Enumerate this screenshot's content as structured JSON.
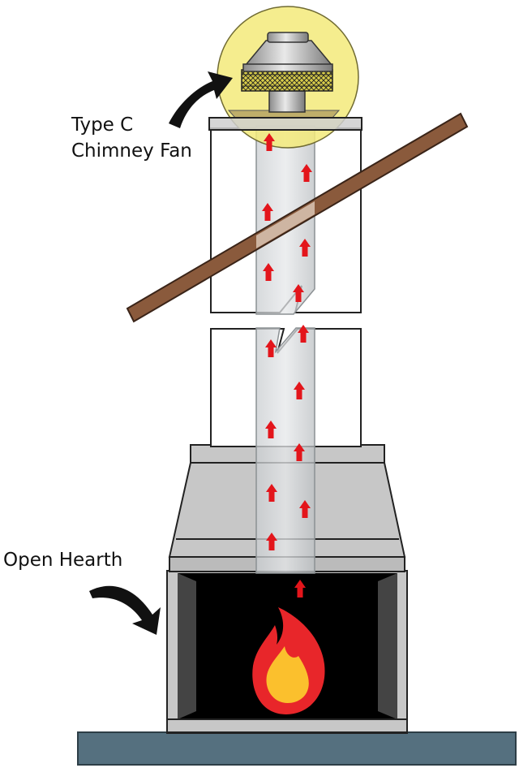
{
  "labels": {
    "fan_line1": "Type C",
    "fan_line2": "Chimney Fan",
    "hearth": "Open Hearth"
  },
  "colors": {
    "highlight": "#f3ea7a",
    "flow_arrow": "#e3151b",
    "roof_beam": "#8a5a3c",
    "floor_slab": "#55707f",
    "hearth_gray": "#c7c7c7",
    "fire_outer": "#e8262a",
    "fire_inner": "#fbc02d"
  },
  "icons": [
    "callout-arrow-icon",
    "flow-arrow-icon",
    "fire-icon"
  ]
}
